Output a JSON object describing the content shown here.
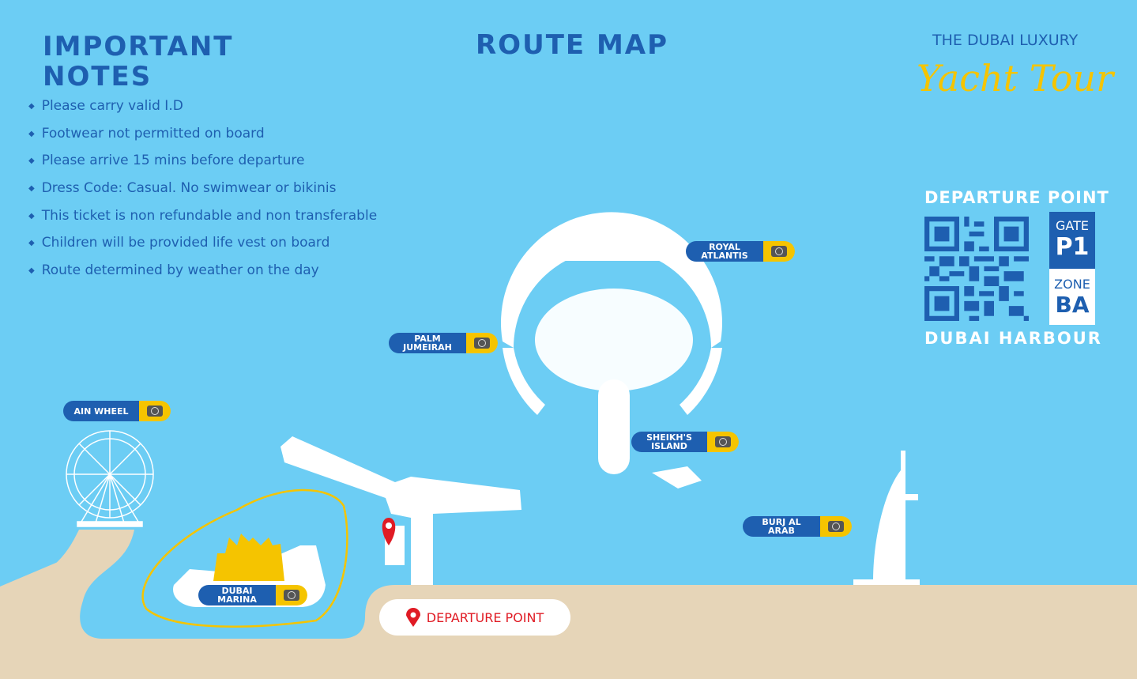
{
  "notes": {
    "title_line1": "IMPORTANT",
    "title_line2": "NOTES",
    "items": [
      "Please carry valid I.D",
      "Footwear not permitted on board",
      "Please arrive 15 mins before departure",
      "Dress Code: Casual. No swimwear or bikinis",
      "This ticket is non refundable and non transferable",
      "Children will be provided life vest on board",
      "Route determined by weather on the day"
    ]
  },
  "map_title": "ROUTE MAP",
  "brand": {
    "line1": "THE DUBAI LUXURY",
    "script": "Yacht Tour"
  },
  "departure_card": {
    "title": "DEPARTURE POINT",
    "gate_label": "GATE",
    "gate_value": "P1",
    "zone_label": "ZONE",
    "zone_value": "BA",
    "location": "DUBAI HARBOUR"
  },
  "landmarks": [
    "ROYAL ATLANTIS",
    "PALM JUMEIRAH",
    "AIN WHEEL",
    "SHEIKH'S ISLAND",
    "BURJ AL ARAB",
    "DUBAI MARINA"
  ],
  "departure_button": "DEPARTURE POINT",
  "colors": {
    "sea": "#6ccdf4",
    "brand_blue": "#1e5fb0",
    "sand": "#e6d5b8",
    "accent_yellow": "#f5c400",
    "pin_red": "#e01b24"
  },
  "icons": [
    "camera-icon",
    "map-pin-icon",
    "qr-code"
  ]
}
